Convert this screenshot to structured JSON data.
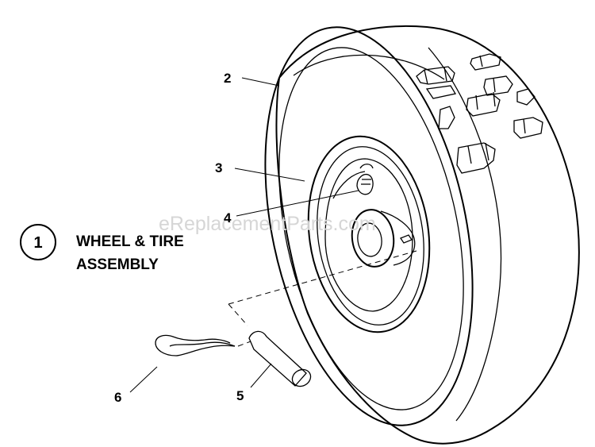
{
  "assembly": {
    "number": "1",
    "title_line1": "WHEEL & TIRE",
    "title_line2": "ASSEMBLY"
  },
  "callouts": [
    {
      "id": "2",
      "part": "tire"
    },
    {
      "id": "3",
      "part": "rim"
    },
    {
      "id": "4",
      "part": "valve-stem"
    },
    {
      "id": "5",
      "part": "pin"
    },
    {
      "id": "6",
      "part": "hairpin-clip"
    }
  ],
  "watermark": "eReplacementParts.com",
  "colors": {
    "line": "#000000",
    "background": "#ffffff",
    "watermark": "#d6d6d6"
  }
}
